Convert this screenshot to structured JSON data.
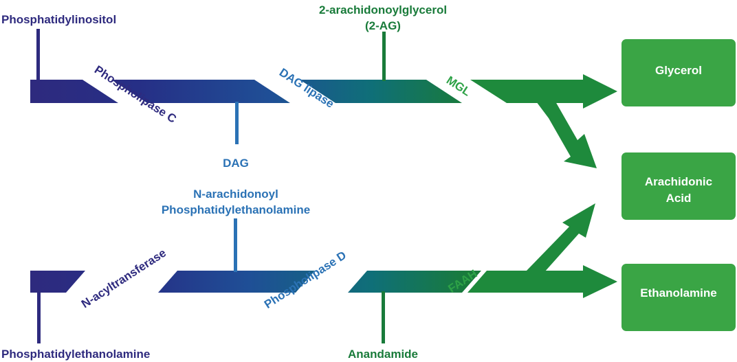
{
  "colors": {
    "navy": "#2e2a7e",
    "dark_blue": "#1a3f8f",
    "mid_blue": "#2b72b5",
    "teal": "#0f6f78",
    "dark_green": "#197b3a",
    "green": "#2ea247",
    "box_green": "#3aa545",
    "white": "#ffffff"
  },
  "upper_pathway": {
    "substrate": "Phosphatidylinositol",
    "enzyme_1": "Phospholipase C",
    "intermediate": "DAG",
    "enzyme_2": "DAG lipase",
    "product_line1": "2-arachidonoylglycerol",
    "product_line2": "(2-AG)",
    "enzyme_3": "MGL"
  },
  "lower_pathway": {
    "substrate": "Phosphatidylethanolamine",
    "enzyme_1": "N-acyltransferase",
    "intermediate_line1": "N-arachidonoyl",
    "intermediate_line2": "Phosphatidylethanolamine",
    "enzyme_2": "Phospholipase D",
    "product": "Anandamide",
    "enzyme_3": "FAAH"
  },
  "end_products": {
    "glycerol": "Glycerol",
    "arachidonic_line1": "Arachidonic",
    "arachidonic_line2": "Acid",
    "ethanolamine": "Ethanolamine"
  }
}
